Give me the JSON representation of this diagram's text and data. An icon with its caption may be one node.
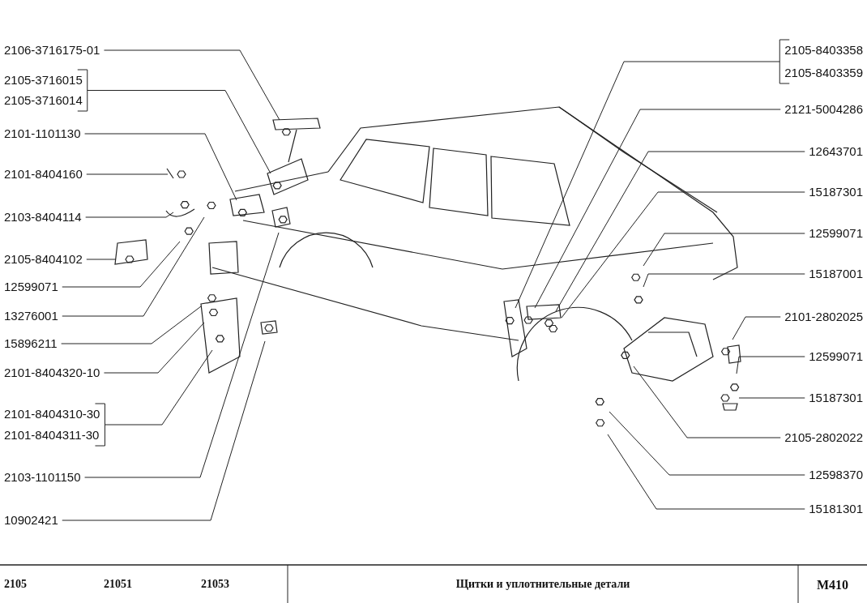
{
  "diagram": {
    "title": "Щитки и уплотнительные детали",
    "nodes": [
      {
        "text": [
          "2106-3716175-01"
        ]
      },
      {
        "text": [
          "2105-3716015"
        ]
      },
      {
        "text": [
          "2105-3716014"
        ]
      },
      {
        "text": [
          "2101-1101130"
        ]
      },
      {
        "text": [
          "2101-8404160"
        ]
      },
      {
        "text": [
          "2103-8404114"
        ]
      },
      {
        "text": [
          "2105-8404102"
        ]
      },
      {
        "text": [
          "12599071"
        ]
      },
      {
        "text": [
          "13276001"
        ]
      },
      {
        "text": [
          "15896211"
        ]
      },
      {
        "text": [
          "2101-8404320-10"
        ]
      },
      {
        "text": [
          "2101-8404310-30"
        ]
      },
      {
        "text": [
          "2101-8404311-30"
        ]
      },
      {
        "text": [
          "2103-1101150"
        ]
      },
      {
        "text": [
          "10902421"
        ]
      },
      {
        "text": [
          "2105-8403358"
        ]
      },
      {
        "text": [
          "2105-8403359"
        ]
      },
      {
        "text": [
          "2121-5004286"
        ]
      },
      {
        "text": [
          "12643701"
        ]
      },
      {
        "text": [
          "15187301"
        ]
      },
      {
        "text": [
          "12599071"
        ]
      },
      {
        "text": [
          "15187001"
        ]
      },
      {
        "text": [
          "2101-2802025"
        ]
      },
      {
        "text": [
          "12599071"
        ]
      },
      {
        "text": [
          "15187301"
        ]
      },
      {
        "text": [
          "2105-2802022"
        ]
      },
      {
        "text": [
          "12598370"
        ]
      },
      {
        "text": [
          "15181301"
        ]
      }
    ],
    "edges": [
      {
        "from": 0,
        "to": null,
        "arrow": "none"
      },
      {
        "from": 1,
        "to": null,
        "arrow": "none"
      },
      {
        "from": 2,
        "to": null,
        "arrow": "none"
      },
      {
        "from": 3,
        "to": null,
        "arrow": "none"
      },
      {
        "from": 4,
        "to": null,
        "arrow": "none"
      },
      {
        "from": 5,
        "to": null,
        "arrow": "none"
      },
      {
        "from": 6,
        "to": null,
        "arrow": "none"
      },
      {
        "from": 7,
        "to": null,
        "arrow": "none"
      },
      {
        "from": 8,
        "to": null,
        "arrow": "none"
      },
      {
        "from": 9,
        "to": null,
        "arrow": "none"
      },
      {
        "from": 10,
        "to": null,
        "arrow": "none"
      },
      {
        "from": 11,
        "to": null,
        "arrow": "none"
      },
      {
        "from": 12,
        "to": null,
        "arrow": "none"
      },
      {
        "from": 13,
        "to": null,
        "arrow": "none"
      },
      {
        "from": 14,
        "to": null,
        "arrow": "none"
      },
      {
        "from": 15,
        "to": null,
        "arrow": "none"
      },
      {
        "from": 16,
        "to": null,
        "arrow": "none"
      },
      {
        "from": 17,
        "to": null,
        "arrow": "none"
      },
      {
        "from": 18,
        "to": null,
        "arrow": "none"
      },
      {
        "from": 19,
        "to": null,
        "arrow": "none"
      },
      {
        "from": 20,
        "to": null,
        "arrow": "none"
      },
      {
        "from": 21,
        "to": null,
        "arrow": "none"
      },
      {
        "from": 22,
        "to": null,
        "arrow": "none"
      },
      {
        "from": 23,
        "to": null,
        "arrow": "none"
      },
      {
        "from": 24,
        "to": null,
        "arrow": "none"
      },
      {
        "from": 25,
        "to": null,
        "arrow": "none"
      },
      {
        "from": 26,
        "to": null,
        "arrow": "none"
      },
      {
        "from": 27,
        "to": null,
        "arrow": "none"
      }
    ],
    "labels": [
      "2105",
      "21051",
      "21053",
      "M410"
    ]
  }
}
